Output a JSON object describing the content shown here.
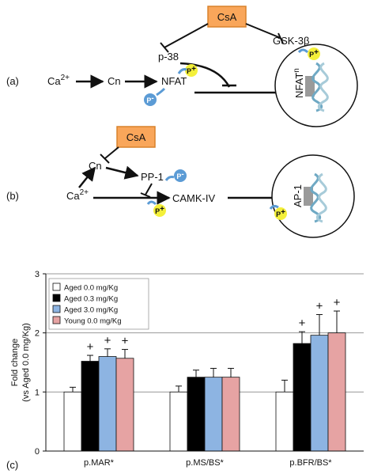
{
  "panel_labels": {
    "a": "(a)",
    "b": "(b)",
    "c": "(c)"
  },
  "pathway_a": {
    "inhibitor": "CsA",
    "calcium": "Ca",
    "calcium_sup": "2+",
    "calcineurin": "Cn",
    "nfat": "NFAT",
    "p38": "p-38",
    "gsk": "GSK-3β",
    "phospho": "P",
    "phospho_plus": "+",
    "phospho_minus": "-",
    "nucleus_nfat": "NFAT",
    "nucleus_nfat_sup": "n"
  },
  "pathway_b": {
    "inhibitor": "CsA",
    "calcium": "Ca",
    "calcium_sup": "2+",
    "calcineurin": "Cn",
    "pp1": "PP-1",
    "camk": "CAMK-IV",
    "ap1": "AP-1",
    "phospho": "P",
    "phospho_plus": "+",
    "phospho_minus": "-"
  },
  "colors": {
    "csa_fill": "#F9A65A",
    "csa_stroke": "#D9822B",
    "phospho_plus": "#F4F03A",
    "phospho_minus": "#5B9BD5",
    "aged00": "#FFFFFF",
    "aged03": "#000000",
    "aged30": "#8DB4E2",
    "young00": "#E6A3A3"
  },
  "chart_data": {
    "type": "bar",
    "ylabel": "Fold change\n(vs Aged 0.0 mg/Kg)",
    "ylim": [
      0,
      3
    ],
    "yticks": [
      0,
      1,
      2,
      3
    ],
    "grid": true,
    "legend": "top-left",
    "categories": [
      "p.MAR*",
      "p.MS/BS*",
      "p.BFR/BS*"
    ],
    "series": [
      {
        "name": "Aged 0.0 mg/Kg",
        "color": "#FFFFFF",
        "values": [
          1.0,
          1.0,
          1.0
        ],
        "err": [
          0.08,
          0.1,
          0.2
        ],
        "sig": [
          false,
          false,
          false
        ]
      },
      {
        "name": "Aged 0.3 mg/Kg",
        "color": "#000000",
        "values": [
          1.52,
          1.25,
          1.82
        ],
        "err": [
          0.1,
          0.12,
          0.2
        ],
        "sig": [
          true,
          false,
          true
        ]
      },
      {
        "name": "Aged 3.0 mg/Kg",
        "color": "#8DB4E2",
        "values": [
          1.6,
          1.25,
          1.96
        ],
        "err": [
          0.13,
          0.15,
          0.35
        ],
        "sig": [
          true,
          false,
          true
        ]
      },
      {
        "name": "Young 0.0 mg/Kg",
        "color": "#E6A3A3",
        "values": [
          1.57,
          1.25,
          2.0
        ],
        "err": [
          0.15,
          0.15,
          0.37
        ],
        "sig": [
          true,
          false,
          true
        ]
      }
    ],
    "sig_marker": "+"
  }
}
